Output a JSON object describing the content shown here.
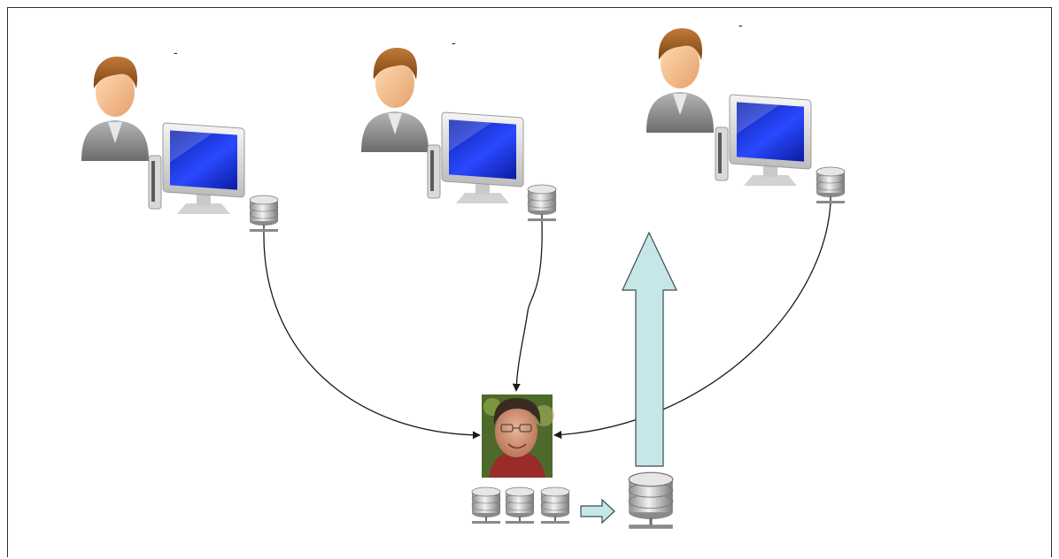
{
  "diagram": {
    "users": [
      {
        "label": "-",
        "role": "user"
      },
      {
        "label": "-",
        "role": "user"
      },
      {
        "label": "-",
        "role": "user"
      }
    ],
    "center": {
      "role": "person-photo"
    },
    "colors": {
      "arrow_fill": "#c6e6e8",
      "arrow_stroke": "#3a4a55",
      "connector": "#1a1a1a",
      "monitor_screen": "#1a2fd0",
      "user_skin": "#f0b98a",
      "user_hair": "#9a5a22",
      "user_suit": "#8a8a8a",
      "database": "#b8b8b8"
    },
    "icons": [
      "user-icon",
      "computer-icon",
      "database-icon",
      "photo-icon",
      "arrow-icon"
    ]
  }
}
